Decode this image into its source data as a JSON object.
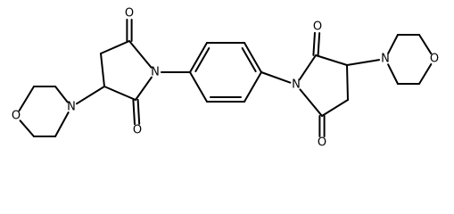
{
  "structure": {
    "labels": {
      "o_morph_left": "O",
      "n_morph_left": "N",
      "o_carbonyl_left_top": "O",
      "n_imide_left": "N",
      "o_carbonyl_left_bottom": "O",
      "n_imide_right": "N",
      "o_carbonyl_right_top": "O",
      "n_morph_right": "N",
      "o_morph_right": "O",
      "o_carbonyl_right_bottom": "O"
    }
  }
}
